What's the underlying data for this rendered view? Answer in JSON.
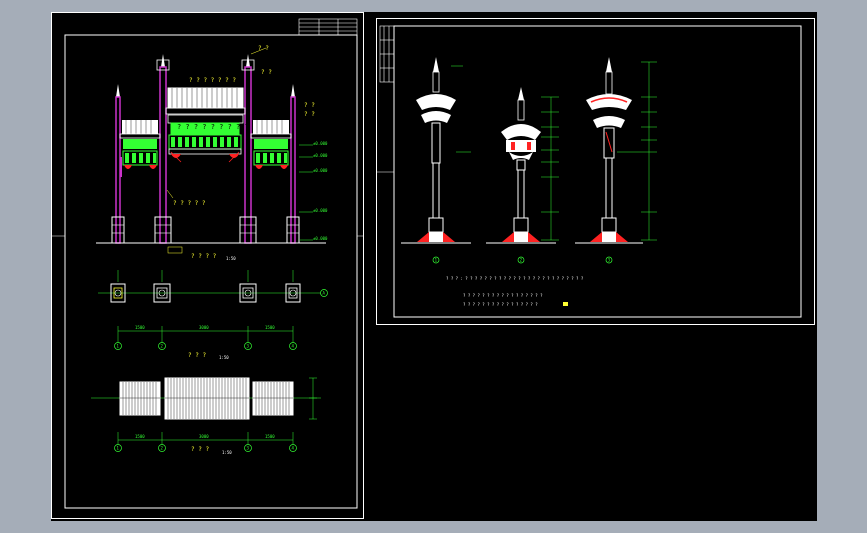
{
  "drawing": {
    "background_color": "#000000",
    "window_color": "#a5adb8",
    "line_colors": {
      "white": "#ffffff",
      "green": "#33ff33",
      "yellow": "#ffff33",
      "magenta": "#cc33cc",
      "red": "#ff2222",
      "cyan": "#33ffff"
    }
  },
  "left_sheet": {
    "elevation": {
      "title": "? ? ? ?",
      "scale": "1:50",
      "callouts": [
        "? ?",
        "? ? ? ? ? ? ?",
        "? ? ? ? ? ? ? ? ?",
        "? ? ? ? ?",
        "? ?",
        "? ?",
        "? ?"
      ]
    },
    "column_plan": {
      "title": "? ? ?",
      "scale": "1:50",
      "axis_labels": [
        "1",
        "2",
        "3",
        "4"
      ],
      "side_axis": "A"
    },
    "roof_plan": {
      "title": "? ? ?",
      "scale": "1:50",
      "axis_labels": [
        "1",
        "2",
        "3",
        "4"
      ]
    }
  },
  "right_sheet": {
    "columns": [
      {
        "axis": "1"
      },
      {
        "axis": "2"
      },
      {
        "axis": "3"
      }
    ],
    "notes": [
      "? ? ? : ? ? ? ? ? ? ? ? ? ? ? ? ? ? ? ? ? ? ? ? ? ? ? ? ?",
      "? ? ? ? ? ? ? ? ? ? ? ? ? ? ? ? ?",
      "? ? ? ? ? ? ? ? ? ? ?   ? ? ? ? ?"
    ]
  }
}
